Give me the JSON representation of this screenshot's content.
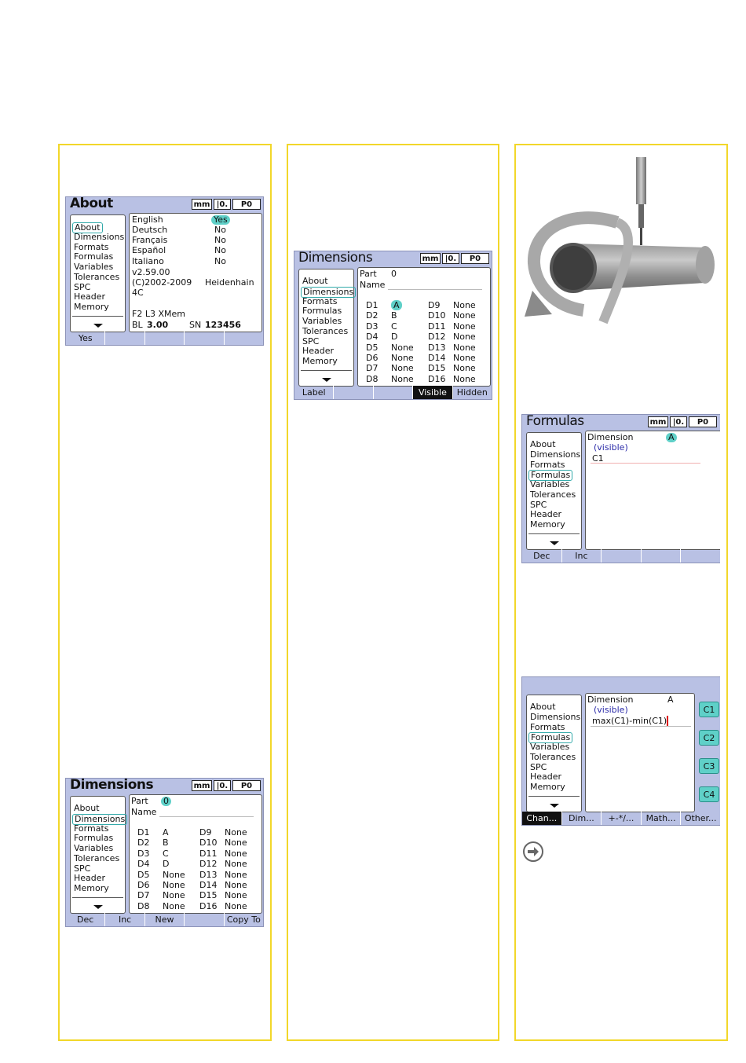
{
  "columns": [
    "col1",
    "col2",
    "col3"
  ],
  "about": {
    "title": "About",
    "unit": "mm",
    "icon_label": "|0.",
    "part": "P0",
    "menu": [
      "About",
      "Dimensions",
      "Formats",
      "Formulas",
      "Variables",
      "Tolerances",
      "SPC",
      "Header",
      "Memory"
    ],
    "languages": [
      {
        "name": "English",
        "value": "Yes"
      },
      {
        "name": "Deutsch",
        "value": "No"
      },
      {
        "name": "Français",
        "value": "No"
      },
      {
        "name": "Español",
        "value": "No"
      },
      {
        "name": "Italiano",
        "value": "No"
      }
    ],
    "version": "v2.59.00",
    "copyright": "(C)2002-2009",
    "company": "Heidenhain",
    "build": "4C",
    "config": "F2  L3  XMem",
    "bl_label": "BL",
    "bl_value": "3.00",
    "sn_label": "SN",
    "sn_value": "123456",
    "softkeys": [
      "Yes",
      "",
      "",
      "",
      ""
    ]
  },
  "dims_visible": {
    "title": "Dimensions",
    "unit": "mm",
    "icon_label": "|0.",
    "part": "P0",
    "menu": [
      "About",
      "Dimensions",
      "Formats",
      "Formulas",
      "Variables",
      "Tolerances",
      "SPC",
      "Header",
      "Memory"
    ],
    "part_label": "Part",
    "part_value": "0",
    "name_label": "Name",
    "left": [
      [
        "D1",
        "A"
      ],
      [
        "D2",
        "B"
      ],
      [
        "D3",
        "C"
      ],
      [
        "D4",
        "D"
      ],
      [
        "D5",
        "None"
      ],
      [
        "D6",
        "None"
      ],
      [
        "D7",
        "None"
      ],
      [
        "D8",
        "None"
      ]
    ],
    "right": [
      [
        "D9",
        "None"
      ],
      [
        "D10",
        "None"
      ],
      [
        "D11",
        "None"
      ],
      [
        "D12",
        "None"
      ],
      [
        "D13",
        "None"
      ],
      [
        "D14",
        "None"
      ],
      [
        "D15",
        "None"
      ],
      [
        "D16",
        "None"
      ]
    ],
    "softkeys": [
      "Label",
      "",
      "",
      "Visible",
      "Hidden"
    ]
  },
  "dims_part": {
    "title": "Dimensions",
    "unit": "mm",
    "icon_label": "|0.",
    "part": "P0",
    "menu": [
      "About",
      "Dimensions",
      "Formats",
      "Formulas",
      "Variables",
      "Tolerances",
      "SPC",
      "Header",
      "Memory"
    ],
    "part_label": "Part",
    "part_value": "0",
    "name_label": "Name",
    "left": [
      [
        "D1",
        "A"
      ],
      [
        "D2",
        "B"
      ],
      [
        "D3",
        "C"
      ],
      [
        "D4",
        "D"
      ],
      [
        "D5",
        "None"
      ],
      [
        "D6",
        "None"
      ],
      [
        "D7",
        "None"
      ],
      [
        "D8",
        "None"
      ]
    ],
    "right": [
      [
        "D9",
        "None"
      ],
      [
        "D10",
        "None"
      ],
      [
        "D11",
        "None"
      ],
      [
        "D12",
        "None"
      ],
      [
        "D13",
        "None"
      ],
      [
        "D14",
        "None"
      ],
      [
        "D15",
        "None"
      ],
      [
        "D16",
        "None"
      ]
    ],
    "softkeys": [
      "Dec",
      "Inc",
      "New",
      "",
      "Copy To"
    ]
  },
  "formulas": {
    "title": "Formulas",
    "unit": "mm",
    "icon_label": "|0.",
    "part": "P0",
    "menu": [
      "About",
      "Dimensions",
      "Formats",
      "Formulas",
      "Variables",
      "Tolerances",
      "SPC",
      "Header",
      "Memory"
    ],
    "dimension_label": "Dimension",
    "dimension_value": "A",
    "visibility": "(visible)",
    "formula": "C1",
    "softkeys": [
      "Dec",
      "Inc",
      "",
      "",
      ""
    ]
  },
  "formula_edit": {
    "menu": [
      "About",
      "Dimensions",
      "Formats",
      "Formulas",
      "Variables",
      "Tolerances",
      "SPC",
      "Header",
      "Memory"
    ],
    "dimension_label": "Dimension",
    "dimension_value": "A",
    "visibility": "(visible)",
    "formula": "max(C1)-min(C1)",
    "channels": [
      "C1",
      "C2",
      "C3",
      "C4"
    ],
    "softkeys": [
      "Chan...",
      "Dim...",
      "+-*/...",
      "Math...",
      "Other..."
    ]
  },
  "colors": {
    "screen_bg": "#b9c1e4",
    "highlight": "#5fd0c8",
    "frame": "#f2d72a"
  },
  "icons": [
    "arrow-right-circle-icon",
    "rotation-arrow-icon",
    "probe-icon"
  ]
}
